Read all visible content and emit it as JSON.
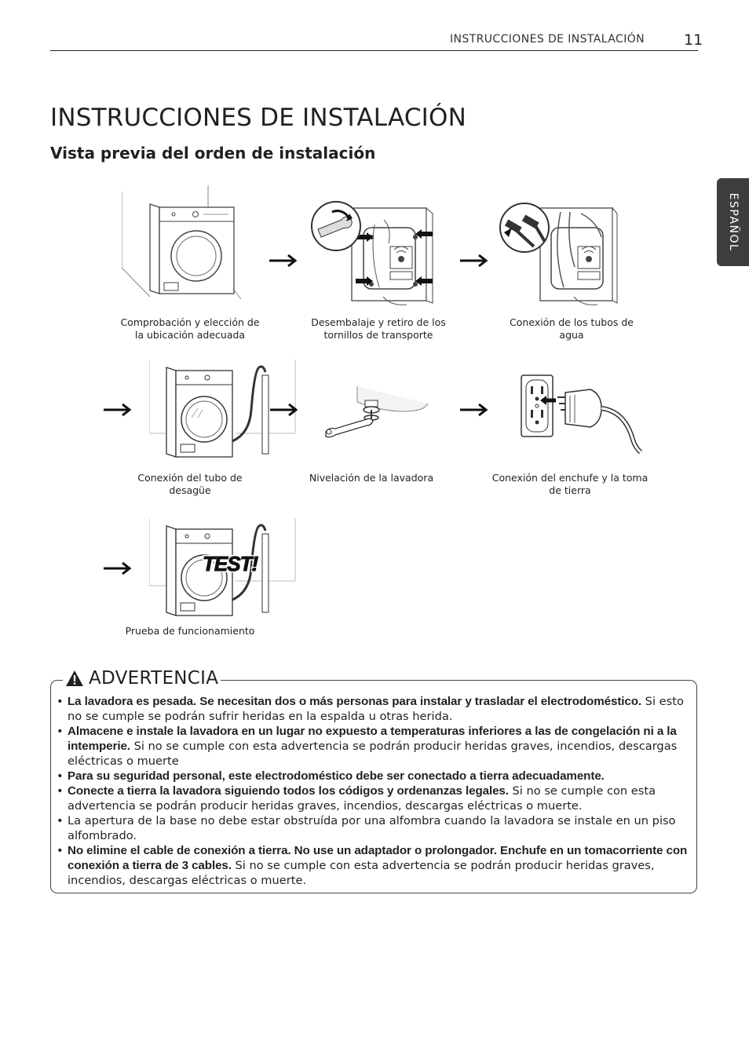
{
  "header": {
    "section": "INSTRUCCIONES DE INSTALACIÓN",
    "page_number": "11"
  },
  "side_tab": "ESPAÑOL",
  "title": "INSTRUCCIONES DE INSTALACIÓN",
  "subtitle": "Vista previa del orden de instalación",
  "steps": [
    {
      "caption": "Comprobación y elección de la ubicación adecuada"
    },
    {
      "caption": "Desembalaje y retiro de los tornillos de transporte"
    },
    {
      "caption": "Conexión de los tubos de agua"
    },
    {
      "caption": "Conexión del tubo de desagüe"
    },
    {
      "caption": "Nivelación de la lavadora"
    },
    {
      "caption": "Conexión del enchufe y la toma de tierra"
    },
    {
      "caption": "Prueba de funcionamiento",
      "badge": "TEST!"
    }
  ],
  "warning": {
    "title": "ADVERTENCIA",
    "icon": "warning-triangle-icon",
    "items": [
      {
        "bold": "La lavadora es pesada. Se necesitan dos o más personas para instalar y trasladar el electrodoméstico.",
        "text": " Si esto no se cumple se podrán sufrir heridas en la espalda u otras herida."
      },
      {
        "bold": "Almacene e instale la lavadora en un lugar no expuesto a temperaturas inferiores a las de congelación ni a la intemperie.",
        "text": " Si no se cumple con esta advertencia se podrán producir heridas graves, incendios, descargas eléctricas o muerte"
      },
      {
        "bold": "Para su seguridad personal, este electrodoméstico debe ser conectado a tierra adecuadamente.",
        "text": ""
      },
      {
        "bold": "Conecte a tierra la lavadora siguiendo todos los códigos y ordenanzas legales.",
        "text": " Si no se cumple con esta advertencia se podrán producir heridas graves, incendios, descargas eléctricas o muerte."
      },
      {
        "bold": "",
        "text": "La apertura de la base no debe estar obstruída por una alfombra cuando la lavadora se instale en un piso alfombrado."
      },
      {
        "bold": "No elimine el cable de conexión a tierra. No use un adaptador o prolongador. Enchufe en un tomacorriente con conexión a tierra de 3 cables.",
        "text": " Si no se cumple con esta advertencia se podrán producir heridas graves, incendios, descargas eléctricas o muerte."
      }
    ]
  }
}
